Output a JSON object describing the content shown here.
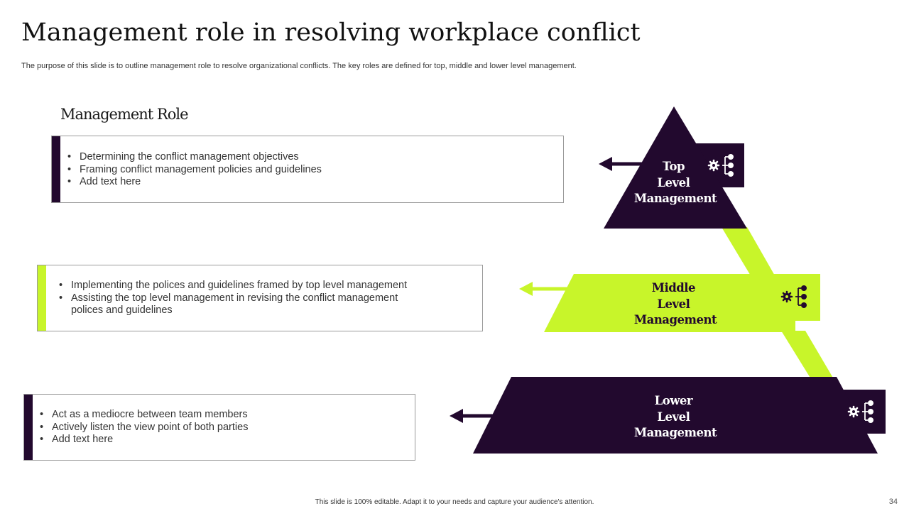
{
  "title": "Management role in resolving workplace conflict",
  "subtitle": "The purpose of this slide is to outline management role to resolve organizational conflicts. The key roles are defined for top, middle and lower level management.",
  "section_heading": "Management Role",
  "colors": {
    "dark": "#22092e",
    "lime": "#c8f52a"
  },
  "roles": {
    "top": {
      "label": [
        "Top",
        "Level",
        "Management"
      ],
      "points": [
        "Determining the conflict management objectives",
        "Framing conflict management policies and guidelines",
        "Add text here"
      ]
    },
    "middle": {
      "label": [
        "Middle",
        "Level",
        "Management"
      ],
      "points": [
        "Implementing the polices and guidelines framed by top level management",
        "Assisting the top level management in revising the conflict management polices and guidelines"
      ]
    },
    "lower": {
      "label": [
        "Lower",
        "Level",
        "Management"
      ],
      "points": [
        "Act as a mediocre between team members",
        "Actively listen the view point of both parties",
        "Add text here"
      ]
    }
  },
  "icons": {
    "level_icon": "gear-hierarchy-icon",
    "arrow": "left-arrow-icon"
  },
  "footer": "This slide is 100% editable. Adapt it to your needs and capture your audience's attention.",
  "page_number": "34"
}
